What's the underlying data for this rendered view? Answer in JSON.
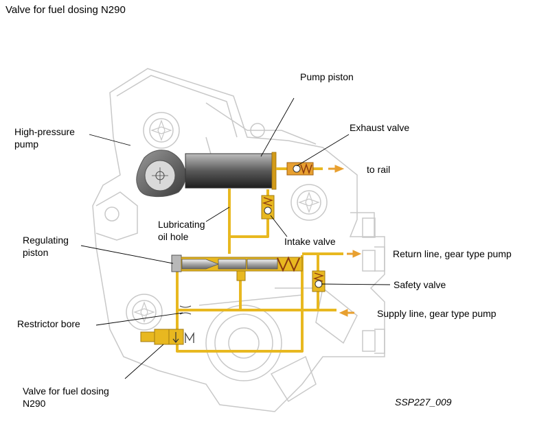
{
  "title": "Valve for fuel dosing N290",
  "labels": {
    "pump_piston": "Pump piston",
    "exhaust_valve": "Exhaust valve",
    "to_rail": "to rail",
    "high_pressure_pump_1": "High-pressure",
    "high_pressure_pump_2": "pump",
    "lubricating_1": "Lubricating",
    "lubricating_2": "oil hole",
    "regulating_1": "Regulating",
    "regulating_2": "piston",
    "intake_valve": "Intake valve",
    "return_line": "Return line, gear type pump",
    "safety_valve": "Safety valve",
    "restrictor_bore": "Restrictor bore",
    "supply_line": "Supply line, gear type pump",
    "dosing_valve_1": "Valve for fuel dosing",
    "dosing_valve_2": "N290"
  },
  "reference_code": "SSP227_009",
  "colors": {
    "fuel_line": "#e8b820",
    "fuel_line_dark": "#c9961a",
    "arrow": "#e8a030",
    "housing_outline": "#c8c8c8",
    "piston_dark": "#3a3a3a"
  }
}
